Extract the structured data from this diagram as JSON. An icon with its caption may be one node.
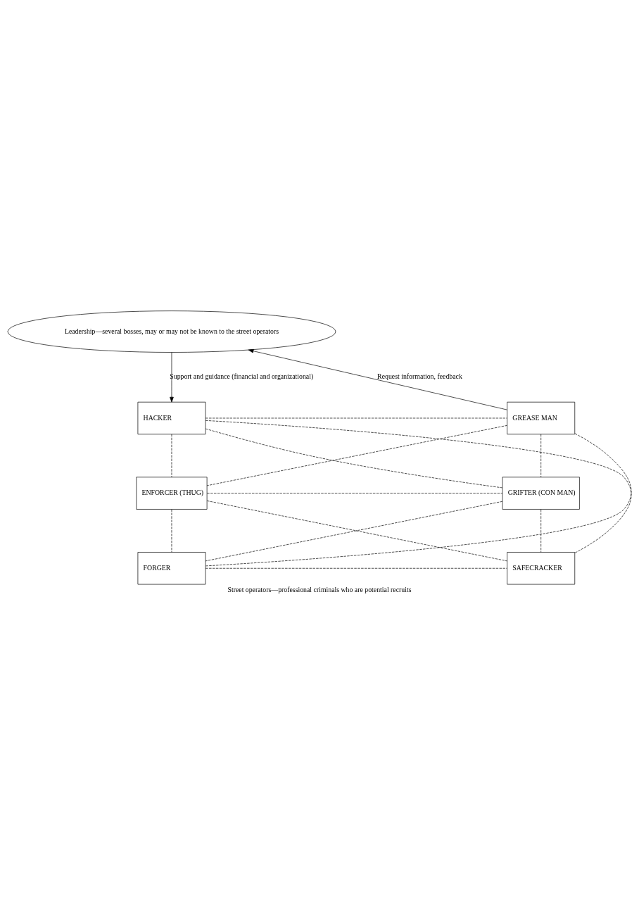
{
  "diagram": {
    "caption": "Street operators—professional criminals who are potential recruits",
    "nodes": [
      {
        "text": [
          "Leadership—several bosses, may or may not be known to the street operators"
        ]
      },
      {
        "text": [
          "HACKER"
        ]
      },
      {
        "text": [
          "GREASE MAN"
        ]
      },
      {
        "text": [
          "ENFORCER (THUG)"
        ]
      },
      {
        "text": [
          "GRIFTER (CON MAN)"
        ]
      },
      {
        "text": [
          "FORGER"
        ]
      },
      {
        "text": [
          "SAFECRACKER"
        ]
      }
    ],
    "edges": [
      {
        "from": 0,
        "to": 1,
        "arrow": "to",
        "label": "Support and guidance (financial and organizational)"
      },
      {
        "from": 2,
        "to": 0,
        "arrow": "to",
        "label": "Request information, feedback"
      },
      {
        "from": 1,
        "to": 2,
        "arrow": "none",
        "style": "dashed"
      },
      {
        "from": 1,
        "to": 3,
        "arrow": "none",
        "style": "dashed"
      },
      {
        "from": 1,
        "to": 4,
        "arrow": "none",
        "style": "dashed"
      },
      {
        "from": 1,
        "to": 6,
        "arrow": "none",
        "style": "dashed"
      },
      {
        "from": 2,
        "to": 3,
        "arrow": "none",
        "style": "dashed"
      },
      {
        "from": 2,
        "to": 4,
        "arrow": "none",
        "style": "dashed"
      },
      {
        "from": 2,
        "to": 5,
        "arrow": "none",
        "style": "dashed"
      },
      {
        "from": 3,
        "to": 4,
        "arrow": "none",
        "style": "dashed"
      },
      {
        "from": 3,
        "to": 5,
        "arrow": "none",
        "style": "dashed"
      },
      {
        "from": 3,
        "to": 6,
        "arrow": "none",
        "style": "dashed"
      },
      {
        "from": 4,
        "to": 5,
        "arrow": "none",
        "style": "dashed"
      },
      {
        "from": 4,
        "to": 6,
        "arrow": "none",
        "style": "dashed"
      },
      {
        "from": 5,
        "to": 6,
        "arrow": "none",
        "style": "dashed"
      }
    ]
  }
}
